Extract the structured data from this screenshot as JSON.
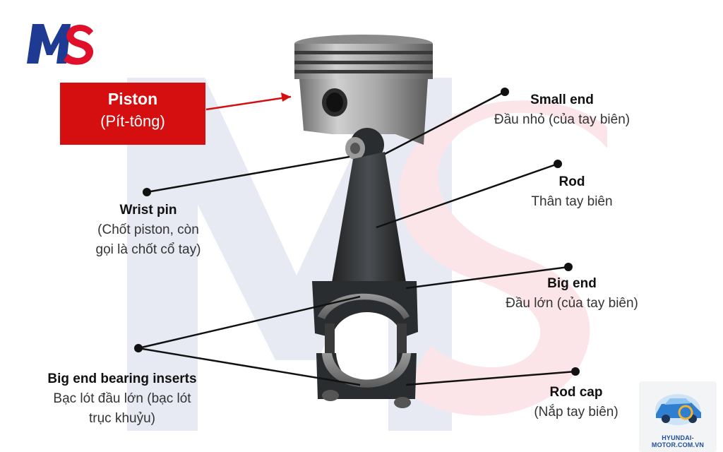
{
  "piston": {
    "title": "Piston",
    "subtitle": "(Pít-tông)"
  },
  "labels": {
    "small_end": {
      "title": "Small end",
      "sub": "Đầu nhỏ (của tay biên)"
    },
    "rod": {
      "title": "Rod",
      "sub": "Thân tay biên"
    },
    "wrist_pin": {
      "title": "Wrist pin",
      "sub1": "(Chốt piston, còn",
      "sub2": "gọi là chốt cổ tay)"
    },
    "big_end": {
      "title": "Big end",
      "sub": "Đầu lớn (của tay biên)"
    },
    "bearing": {
      "title": "Big end bearing inserts",
      "sub1": "Bạc lót đầu lớn (bạc lót",
      "sub2": "trục khuỷu)"
    },
    "rod_cap": {
      "title": "Rod cap",
      "sub": "(Nắp tay biên)"
    }
  },
  "brand": {
    "site": "HYUNDAI-MOTOR.COM.VN"
  },
  "colors": {
    "accent_red": "#d50f0f",
    "logo_blue": "#1f3a93",
    "logo_red": "#e0102a"
  }
}
